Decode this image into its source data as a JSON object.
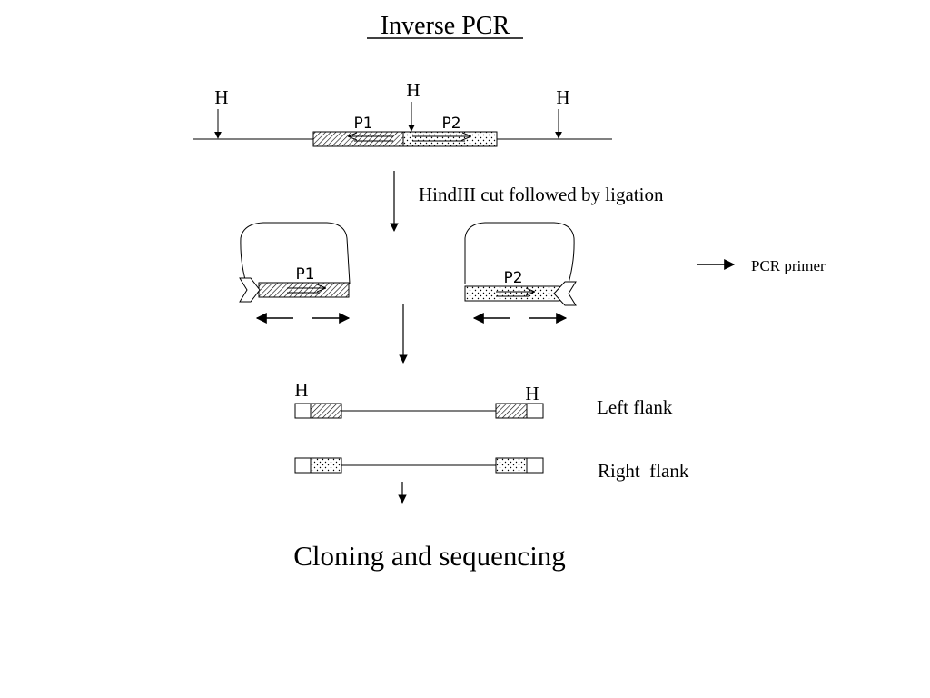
{
  "title": "Inverse PCR",
  "site_label": "H",
  "primer1_label": "P1",
  "primer2_label": "P2",
  "step1_caption": "HindIII cut followed by ligation",
  "legend_label": "PCR primer",
  "left_flank_label": "Left flank",
  "right_flank_label": "Right  flank",
  "final_caption": "Cloning and sequencing",
  "colors": {
    "ink": "#000000",
    "background": "#ffffff"
  }
}
